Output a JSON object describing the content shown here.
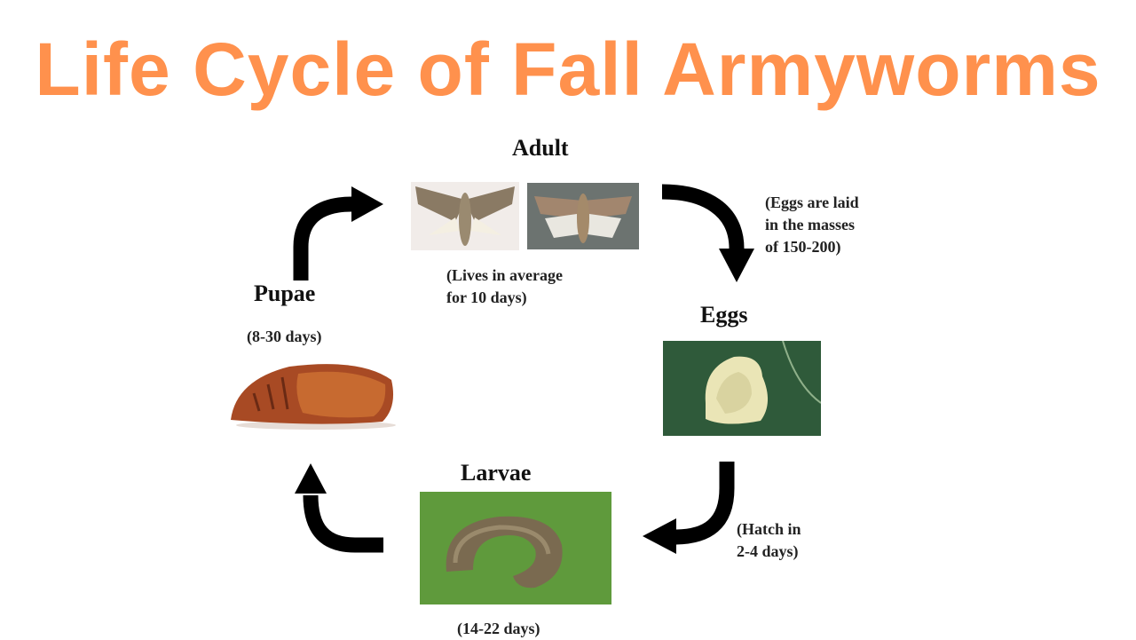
{
  "title": "Life Cycle of Fall Armyworms",
  "colors": {
    "title": "#FF914D",
    "arrow": "#000000",
    "text": "#111111"
  },
  "stages": {
    "adult": {
      "label": "Adult",
      "note_line1": "(Lives in average",
      "note_line2": "for 10 days)"
    },
    "eggs": {
      "label": "Eggs",
      "note_line1": "(Eggs are laid",
      "note_line2": "in the masses",
      "note_line3": "of 150-200)"
    },
    "larvae": {
      "label": "Larvae",
      "note": "(14-22 days)",
      "hatch_line1": "(Hatch in",
      "hatch_line2": "2-4 days)"
    },
    "pupae": {
      "label": "Pupae",
      "note": "(8-30 days)"
    }
  },
  "images": {
    "adult_moth_1": "moth-on-white",
    "adult_moth_2": "moth-on-gray",
    "eggs": "egg-mass-on-leaf",
    "larvae": "caterpillar-on-leaf",
    "pupae": "pupa"
  },
  "arrows": [
    "pupae-to-adult",
    "adult-to-eggs",
    "eggs-to-larvae",
    "larvae-to-pupae"
  ]
}
